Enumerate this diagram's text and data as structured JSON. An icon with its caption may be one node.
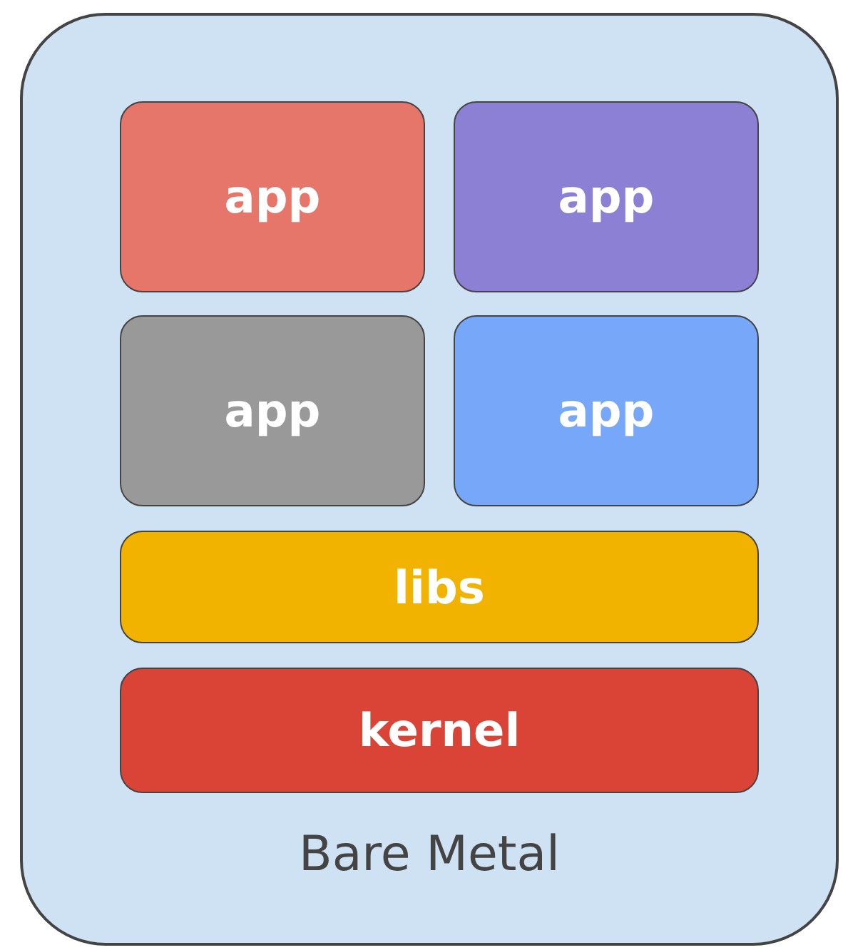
{
  "diagram": {
    "nodes": [
      {
        "text": [
          "Bare Metal"
        ]
      },
      {
        "text": [
          "app"
        ],
        "in": 0
      },
      {
        "text": [
          "app"
        ],
        "in": 0
      },
      {
        "text": [
          "app"
        ],
        "in": 0
      },
      {
        "text": [
          "app"
        ],
        "in": 0
      },
      {
        "text": [
          "libs"
        ],
        "in": 0
      },
      {
        "text": [
          "kernel"
        ],
        "in": 0
      }
    ]
  }
}
